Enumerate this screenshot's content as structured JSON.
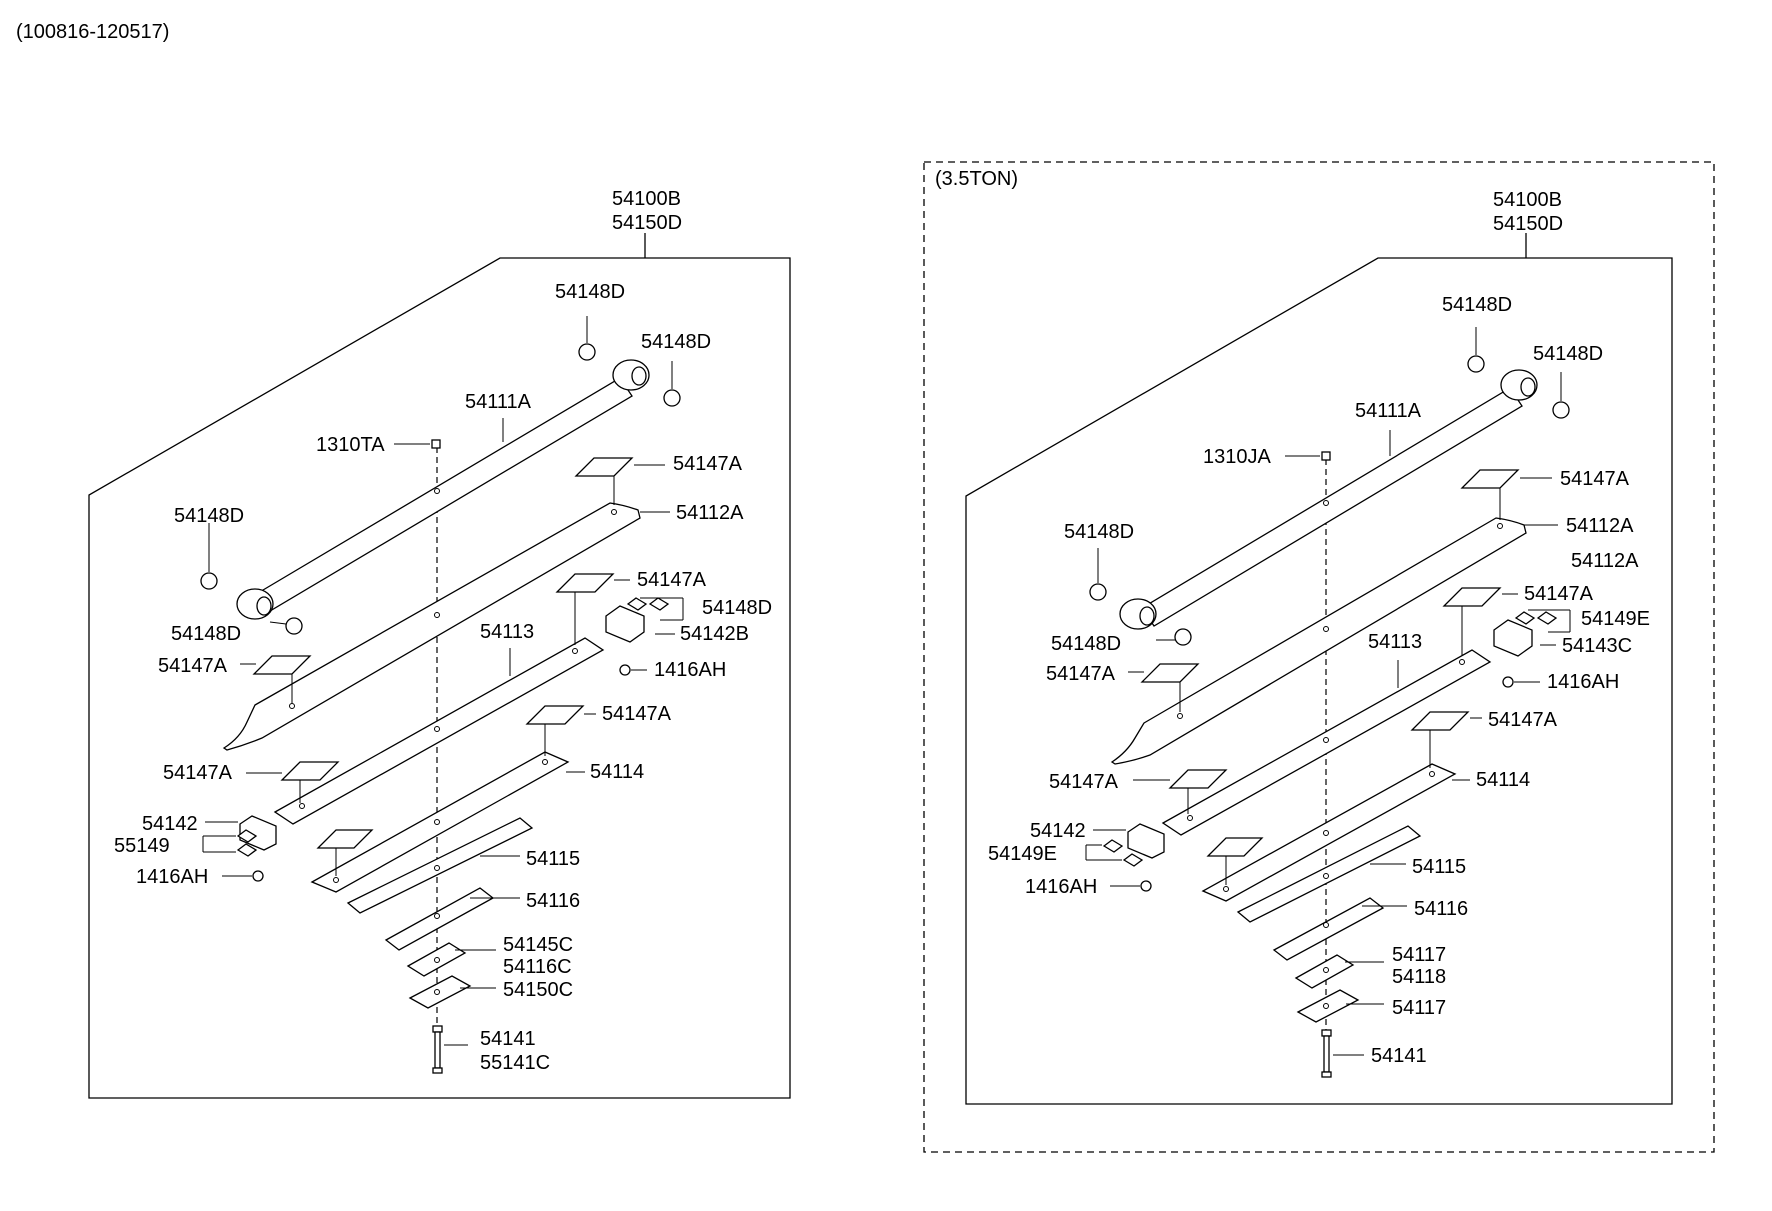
{
  "header": {
    "code": "(100816-120517)"
  },
  "right_panel": {
    "title": "(3.5TON)"
  },
  "left_labels": {
    "assy_1": "54100B",
    "assy_2": "54150D",
    "bush_top": "54148D",
    "bush_top_right": "54148D",
    "leaf_1": "54111A",
    "bolt_top": "1310TA",
    "pad_1": "54147A",
    "leaf_2": "54112A",
    "bush_left": "54148D",
    "pad_2": "54147A",
    "clip_bush": "54148D",
    "bush_left_lower": "54148D",
    "clip_1": "54142B",
    "leaf_3": "54113",
    "pad_3": "54147A",
    "nut_1": "1416AH",
    "pad_4": "54147A",
    "pad_5": "54147A",
    "leaf_4": "54114",
    "clip_2": "54142",
    "clip_bolt": "55149",
    "leaf_5": "54115",
    "nut_2": "1416AH",
    "leaf_6": "54116",
    "leaf_7a": "54145C",
    "leaf_7b": "54116C",
    "leaf_8": "54150C",
    "center_bolt_1": "54141",
    "center_bolt_2": "55141C"
  },
  "right_labels": {
    "assy_1": "54100B",
    "assy_2": "54150D",
    "bush_top": "54148D",
    "bush_top_right": "54148D",
    "leaf_1": "54111A",
    "bolt_top": "1310JA",
    "pad_1": "54147A",
    "leaf_2": "54112A",
    "leaf_2b": "54112A",
    "bush_left": "54148D",
    "pad_2": "54147A",
    "clip_bolt_top": "54149E",
    "bush_left_lower": "54148D",
    "clip_1": "54143C",
    "leaf_3": "54113",
    "pad_3": "54147A",
    "nut_1": "1416AH",
    "pad_4": "54147A",
    "pad_5": "54147A",
    "leaf_4": "54114",
    "clip_2": "54142",
    "clip_bolt": "54149E",
    "leaf_5": "54115",
    "nut_2": "1416AH",
    "leaf_6": "54116",
    "leaf_7a": "54117",
    "leaf_7b": "54118",
    "leaf_8": "54117",
    "center_bolt_1": "54141"
  }
}
